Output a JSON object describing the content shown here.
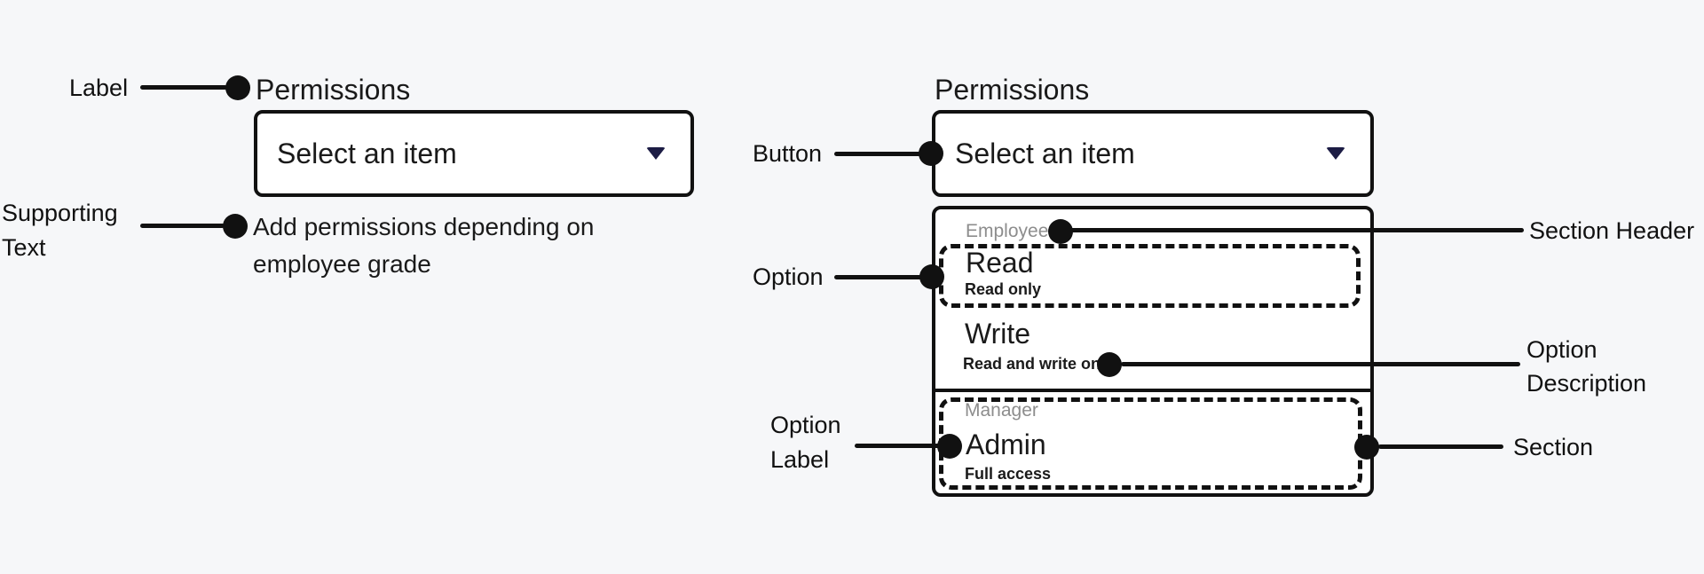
{
  "colors": {
    "background": "#f6f7f9",
    "surface": "#ffffff",
    "border": "#111111",
    "text": "#1a1a1a",
    "muted_text": "#8d8d8d",
    "caret": "#1c1c44",
    "annotation": "#111111"
  },
  "field_example": {
    "label": "Permissions",
    "button_value": "Select an item",
    "supporting_text": [
      "Add permissions depending on",
      "employee grade"
    ]
  },
  "menu_example": {
    "label": "Permissions",
    "button_value": "Select an item",
    "sections": [
      {
        "header": "Employees",
        "options": [
          {
            "label": "Read",
            "description": "Read only"
          },
          {
            "label": "Write",
            "description": "Read and write only"
          }
        ]
      },
      {
        "header": "Manager",
        "options": [
          {
            "label": "Admin",
            "description": "Full access"
          }
        ]
      }
    ]
  },
  "annotations": {
    "label": "Label",
    "supporting_text": [
      "Supporting",
      "Text"
    ],
    "button": "Button",
    "option": "Option",
    "section_header": "Section Header",
    "option_description": [
      "Option",
      "Description"
    ],
    "option_label": [
      "Option",
      "Label"
    ],
    "section": "Section"
  },
  "icons": {
    "caret": "caret-down-icon",
    "callout_dot": "callout-dot",
    "callout_line": "callout-line"
  }
}
